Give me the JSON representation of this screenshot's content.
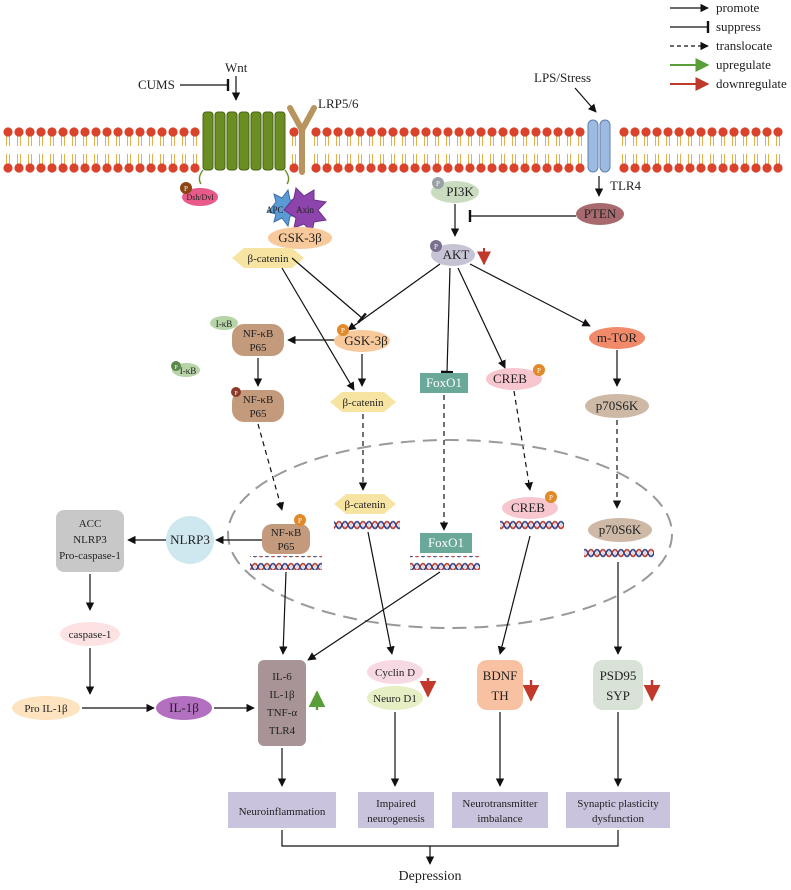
{
  "legend": {
    "promote": "promote",
    "suppress": "suppress",
    "translocate": "translocate",
    "upregulate": "upregulate",
    "downregulate": "downregulate"
  },
  "membrane": {
    "cums": "CUMS",
    "wnt": "Wnt",
    "lrp": "LRP5/6",
    "lps": "LPS/Stress",
    "tlr4": "TLR4"
  },
  "phospho": "P",
  "left_complex": {
    "dsh": "Dsh/Dvl",
    "apc": "APC",
    "axin": "Axin",
    "gsk": "GSK-3β",
    "bcat": "β-catenin"
  },
  "pi3k_branch": {
    "pi3k": "PI3K",
    "pten": "PTEN",
    "akt": "AKT"
  },
  "cytoplasm": {
    "ikb_top": "I-κB",
    "nfkb_line1": "NF-κB",
    "nfkb_line2": "P65",
    "ikb_free": "I-κB",
    "gsk_p": "GSK-3β",
    "bcat_mid": "β-catenin",
    "foxo1": "FoxO1",
    "creb": "CREB",
    "mtor": "m-TOR",
    "p70": "p70S6K"
  },
  "nucleus": {
    "bcat": "β-catenin",
    "nfkb_line1": "NF-κB",
    "nfkb_line2": "P65",
    "foxo1": "FoxO1",
    "creb": "CREB",
    "p70": "p70S6K"
  },
  "inflammasome": {
    "nlrp3": "NLRP3",
    "box_line1": "ACC",
    "box_line2": "NLRP3",
    "box_line3": "Pro-caspase-1",
    "caspase": "caspase-1",
    "pro_il1b": "Pro IL-1β",
    "il1b": "IL-1β"
  },
  "products": {
    "cytokines": [
      "IL-6",
      "IL-1β",
      "TNF-α",
      "TLR4"
    ],
    "cyclin": "Cyclin D",
    "neurod1": "Neuro D1",
    "bdnf": "BDNF",
    "th": "TH",
    "psd95": "PSD95",
    "syp": "SYP"
  },
  "outcomes": {
    "neuroinflammation": "Neuroinflammation",
    "neuro_line1": "Impaired",
    "neuro_line2": "neurogenesis",
    "nt_line1": "Neurotransmitter",
    "nt_line2": "imbalance",
    "syn_line1": "Synaptic plasticity",
    "syn_line2": "dysfunction",
    "depression": "Depression"
  },
  "colors": {
    "up": "#5a9e3a",
    "down": "#c0392b",
    "membrane_head": "#d9432b",
    "membrane_tail": "#e8b04a"
  }
}
